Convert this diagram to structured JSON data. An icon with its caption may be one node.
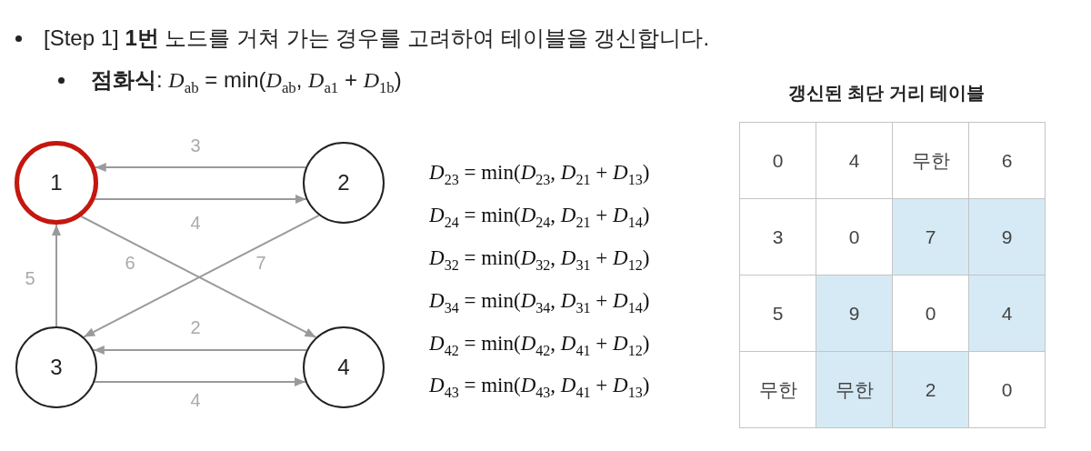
{
  "diagram": {
    "nodes": [
      {
        "text": [
          "1"
        ]
      },
      {
        "text": [
          "2"
        ]
      },
      {
        "text": [
          "3"
        ]
      },
      {
        "text": [
          "4"
        ]
      }
    ],
    "edges": [
      {
        "from": 1,
        "to": 0,
        "arrow": "to",
        "label": "3"
      },
      {
        "from": 0,
        "to": 1,
        "arrow": "to",
        "label": "4"
      },
      {
        "from": 2,
        "to": 0,
        "arrow": "to",
        "label": "5"
      },
      {
        "from": 0,
        "to": 3,
        "arrow": "to",
        "label": "6"
      },
      {
        "from": 1,
        "to": 2,
        "arrow": "to",
        "label": "7"
      },
      {
        "from": 3,
        "to": 2,
        "arrow": "to",
        "label": "2"
      },
      {
        "from": 2,
        "to": 3,
        "arrow": "to",
        "label": "4"
      }
    ],
    "labels": [
      "[Step 1] **1번** 노드를 거쳐 가는 경우를 고려하여 테이블을 갱신합니다.",
      "**점화식**: *D*$_{ab}$ = min(*D*$_{ab}$, *D*$_{a1}$ + *D*$_{1b}$)",
      "*D*$_{23}$ = min(*D*$_{23}$, *D*$_{21}$ + *D*$_{13}$)",
      "*D*$_{24}$ = min(*D*$_{24}$, *D*$_{21}$ + *D*$_{14}$)",
      "*D*$_{32}$ = min(*D*$_{32}$, *D*$_{31}$ + *D*$_{12}$)",
      "*D*$_{34}$ = min(*D*$_{34}$, *D*$_{31}$ + *D*$_{14}$)",
      "*D*$_{42}$ = min(*D*$_{42}$, *D*$_{41}$ + *D*$_{12}$)",
      "*D*$_{43}$ = min(*D*$_{43}$, *D*$_{41}$ + *D*$_{13}$)",
      "갱신된 최단 거리 테이블",
      "0",
      "4",
      "무한",
      "6",
      "3",
      "0",
      "7",
      "9",
      "5",
      "9",
      "0",
      "4",
      "무한",
      "무한",
      "2",
      "0"
    ]
  }
}
